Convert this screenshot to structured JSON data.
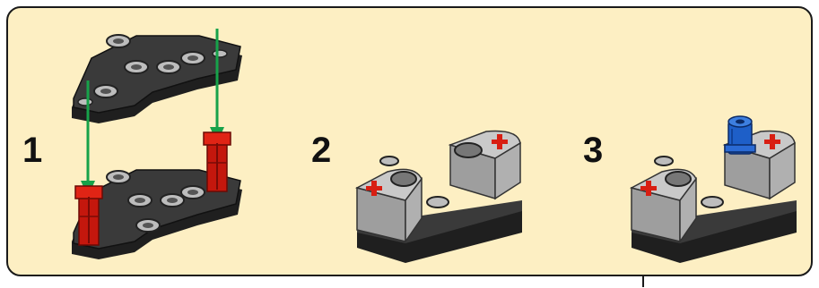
{
  "steps": [
    {
      "number": "1",
      "description_icon": "lego-assembly-step-1"
    },
    {
      "number": "2",
      "description_icon": "lego-assembly-step-2"
    },
    {
      "number": "3",
      "description_icon": "lego-assembly-step-3"
    }
  ],
  "colors": {
    "panel_background": "#fdefc3",
    "panel_border": "#1a1a1a",
    "beam_dark": "#2a2a2a",
    "beam_grey": "#b8b8b8",
    "pin_red": "#d81e12",
    "pin_blue": "#1e5fc8",
    "arrow_green": "#17a24a"
  }
}
